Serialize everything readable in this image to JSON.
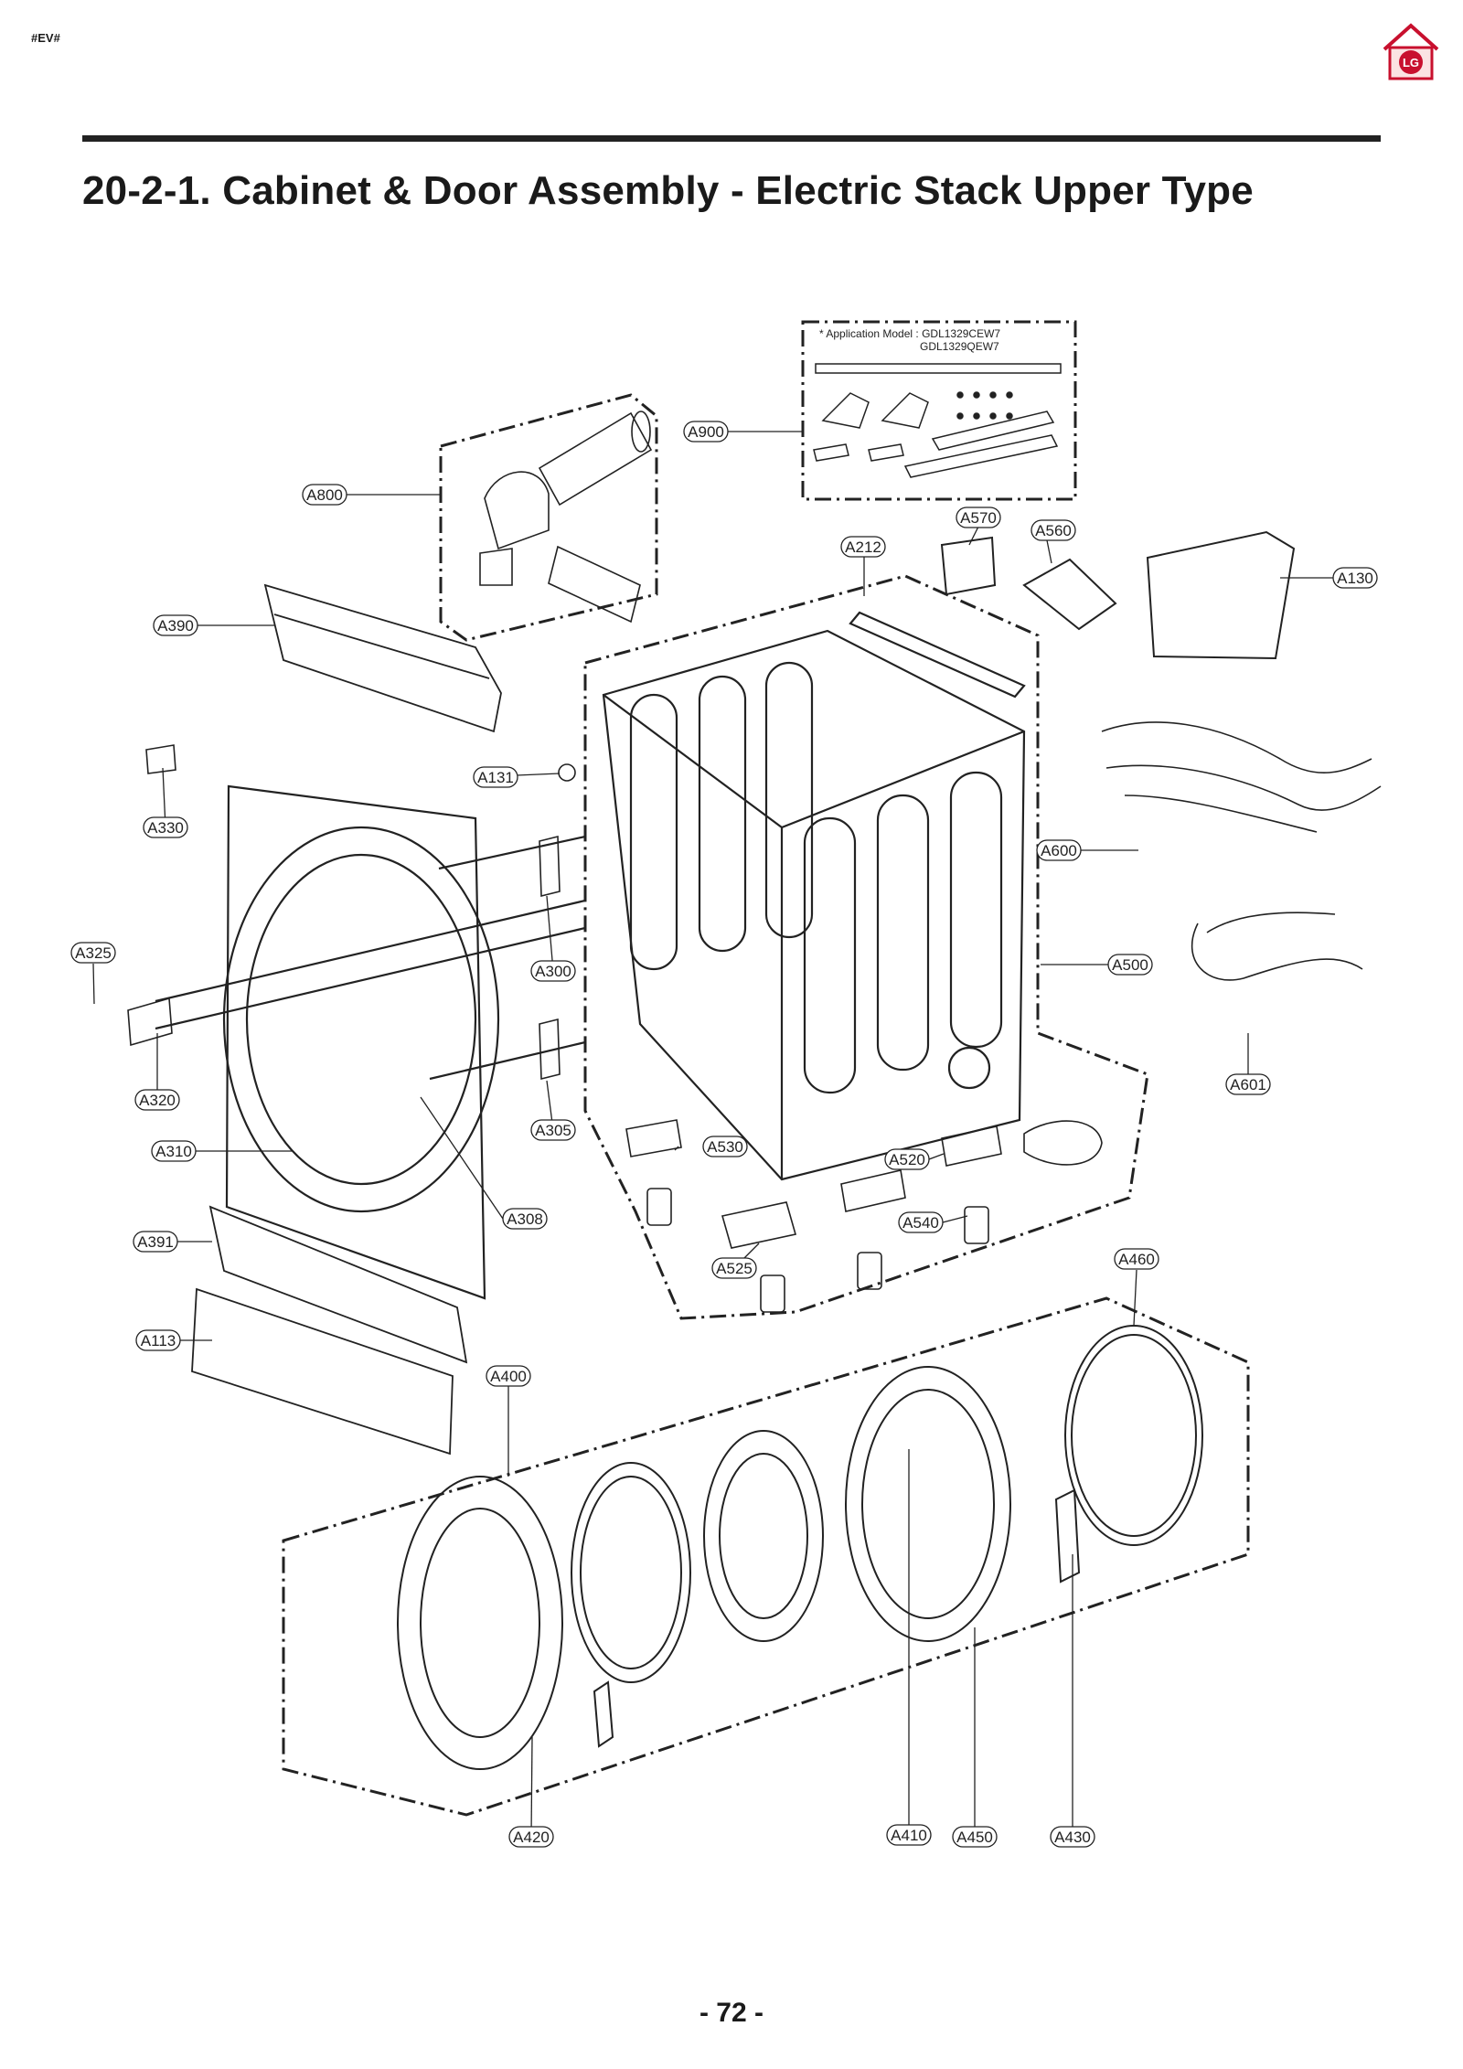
{
  "header": {
    "tag": "#EV#",
    "title": "20-2-1. Cabinet & Door Assembly - Electric Stack Upper Type"
  },
  "logo": {
    "icon": "lg-home-logo-icon",
    "text": "LG",
    "color": "#c8102e"
  },
  "note": {
    "line1": "* Application Model : GDL1329CEW7",
    "line2": "GDL1329QEW7"
  },
  "parts": {
    "a900": "A900",
    "a800": "A800",
    "a570": "A570",
    "a560": "A560",
    "a212": "A212",
    "a130": "A130",
    "a390": "A390",
    "a131": "A131",
    "a330": "A330",
    "a600": "A600",
    "a325": "A325",
    "a300": "A300",
    "a500": "A500",
    "a601": "A601",
    "a320": "A320",
    "a305": "A305",
    "a530": "A530",
    "a310": "A310",
    "a520": "A520",
    "a308": "A308",
    "a540": "A540",
    "a391": "A391",
    "a525": "A525",
    "a460": "A460",
    "a113": "A113",
    "a400": "A400",
    "a420": "A420",
    "a410": "A410",
    "a450": "A450",
    "a430": "A430"
  },
  "footer": {
    "page": "- 72 -"
  }
}
